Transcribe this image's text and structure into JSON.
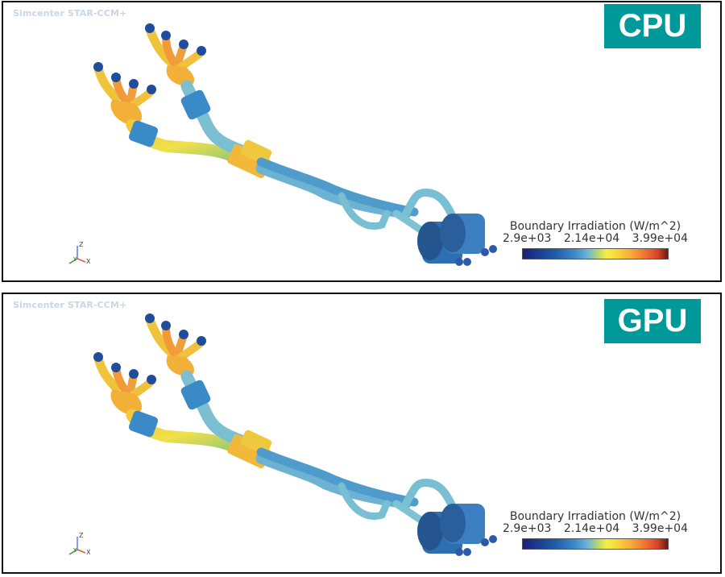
{
  "panels": [
    {
      "id": "cpu",
      "app_title": "Simcenter STAR-CCM+",
      "badge": "CPU",
      "legend": {
        "title": "Boundary Irradiation (W/m^2)",
        "min": "2.9e+03",
        "mid": "2.14e+04",
        "max": "3.99e+04"
      },
      "axes": {
        "z": "Z",
        "y": "Y",
        "x": "X"
      }
    },
    {
      "id": "gpu",
      "app_title": "Simcenter STAR-CCM+",
      "badge": "GPU",
      "legend": {
        "title": "Boundary Irradiation (W/m^2)",
        "min": "2.9e+03",
        "mid": "2.14e+04",
        "max": "3.99e+04"
      },
      "axes": {
        "z": "Z",
        "y": "Y",
        "x": "X"
      }
    }
  ],
  "colors": {
    "badge_bg": "#009999",
    "badge_text": "#ffffff",
    "colormap": [
      "#1a1f7a",
      "#1f5aa8",
      "#3a86c8",
      "#6fb6d6",
      "#b6d96a",
      "#f6ef46",
      "#f7a83a",
      "#f0742f",
      "#d9412a",
      "#6b1d12"
    ]
  }
}
